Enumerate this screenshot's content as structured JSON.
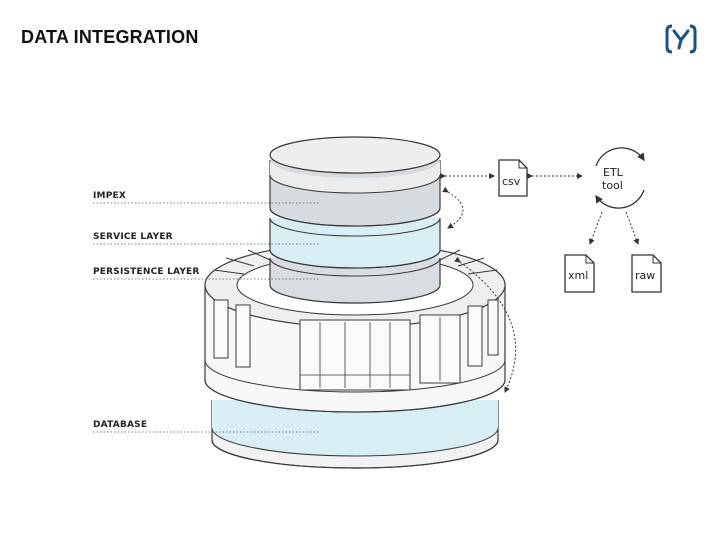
{
  "page": {
    "title": "DATA INTEGRATION"
  },
  "brand": {
    "logo_icon": "bracket-y-logo-icon",
    "color": "#1b4f8a"
  },
  "diagram": {
    "layer_labels": {
      "impex": "IMPEX",
      "service": "SERVICE LAYER",
      "persistence": "PERSISTENCE LAYER",
      "database": "DATABASE"
    },
    "etl": {
      "line1": "ETL",
      "line2": "tool"
    },
    "files": {
      "csv": "csv",
      "xml": "xml",
      "raw": "raw"
    },
    "colors": {
      "impex_band": "#d6dbe0",
      "service_band": "#d7eef4",
      "persistence_band": "#d8dde2",
      "database_band": "#d7eef4",
      "outline": "#3a3a3a"
    }
  }
}
